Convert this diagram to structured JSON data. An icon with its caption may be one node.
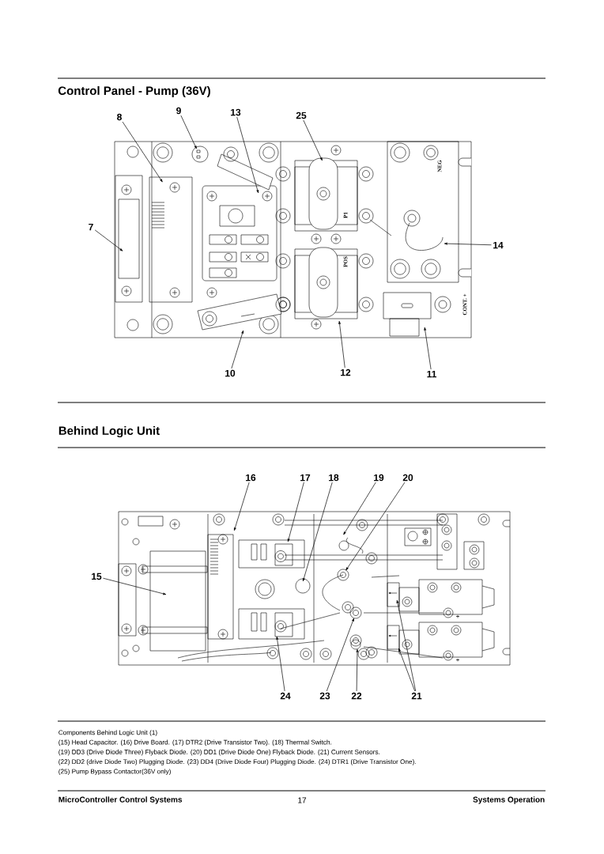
{
  "diagram": {
    "title": "Control Panel - Pump (36V)",
    "nodes": [
      {
        "text": [
          "8"
        ]
      },
      {
        "text": [
          "9"
        ]
      },
      {
        "text": [
          "13"
        ]
      },
      {
        "text": [
          "25"
        ]
      },
      {
        "text": [
          "7"
        ]
      },
      {
        "text": [
          "14"
        ]
      },
      {
        "text": [
          "10"
        ]
      },
      {
        "text": [
          "12"
        ]
      },
      {
        "text": [
          "11"
        ]
      },
      {
        "text": [
          "16"
        ]
      },
      {
        "text": [
          "17"
        ]
      },
      {
        "text": [
          "18"
        ]
      },
      {
        "text": [
          "19"
        ]
      },
      {
        "text": [
          "20"
        ]
      },
      {
        "text": [
          "15"
        ]
      },
      {
        "text": [
          "24"
        ]
      },
      {
        "text": [
          "23"
        ]
      },
      {
        "text": [
          "22"
        ]
      },
      {
        "text": [
          "21"
        ]
      }
    ],
    "edges": [
      {
        "from": 0,
        "to": null,
        "arrow": "to"
      },
      {
        "from": 1,
        "to": null,
        "arrow": "to"
      },
      {
        "from": 2,
        "to": null,
        "arrow": "to"
      },
      {
        "from": 3,
        "to": null,
        "arrow": "to"
      },
      {
        "from": 4,
        "to": null,
        "arrow": "to"
      },
      {
        "from": 5,
        "to": null,
        "arrow": "to"
      },
      {
        "from": 6,
        "to": null,
        "arrow": "to"
      },
      {
        "from": 7,
        "to": null,
        "arrow": "to"
      },
      {
        "from": 8,
        "to": null,
        "arrow": "to"
      },
      {
        "from": 9,
        "to": null,
        "arrow": "to"
      },
      {
        "from": 10,
        "to": null,
        "arrow": "to"
      },
      {
        "from": 11,
        "to": null,
        "arrow": "to"
      },
      {
        "from": 12,
        "to": null,
        "arrow": "to"
      },
      {
        "from": 13,
        "to": null,
        "arrow": "to"
      },
      {
        "from": 14,
        "to": null,
        "arrow": "to"
      },
      {
        "from": 15,
        "to": null,
        "arrow": "to"
      },
      {
        "from": 16,
        "to": null,
        "arrow": "to"
      },
      {
        "from": 17,
        "to": null,
        "arrow": "to"
      },
      {
        "from": 18,
        "to": null,
        "arrow": "to"
      },
      {
        "from": 18,
        "to": null,
        "arrow": "to"
      }
    ],
    "labels": [
      "NEG",
      "P1",
      "POS",
      "CONT. +",
      "Behind Logic Unit",
      "+",
      "+",
      "Components Behind Logic Unit (1)",
      "(15) Head Capacitor.  (16) Drive Board.  (17) DTR2 (Drive Transistor Two).  (18) Thermal Switch.",
      "(19) DD3 (Drive Diode Three) Flyback Diode.  (20) DD1 (Drive Diode One) Flyback Diode.  (21) Current Sensors.",
      "(22) DD2 (drive Diode Two) Plugging Diode.  (23) DD4 (Drive Diode Four) Plugging Diode.  (24) DTR1 (Drive Transistor One).",
      "(25) Pump Bypass Contactor(36V only)",
      "MicroController Control Systems",
      "17",
      "Systems Operation"
    ]
  }
}
